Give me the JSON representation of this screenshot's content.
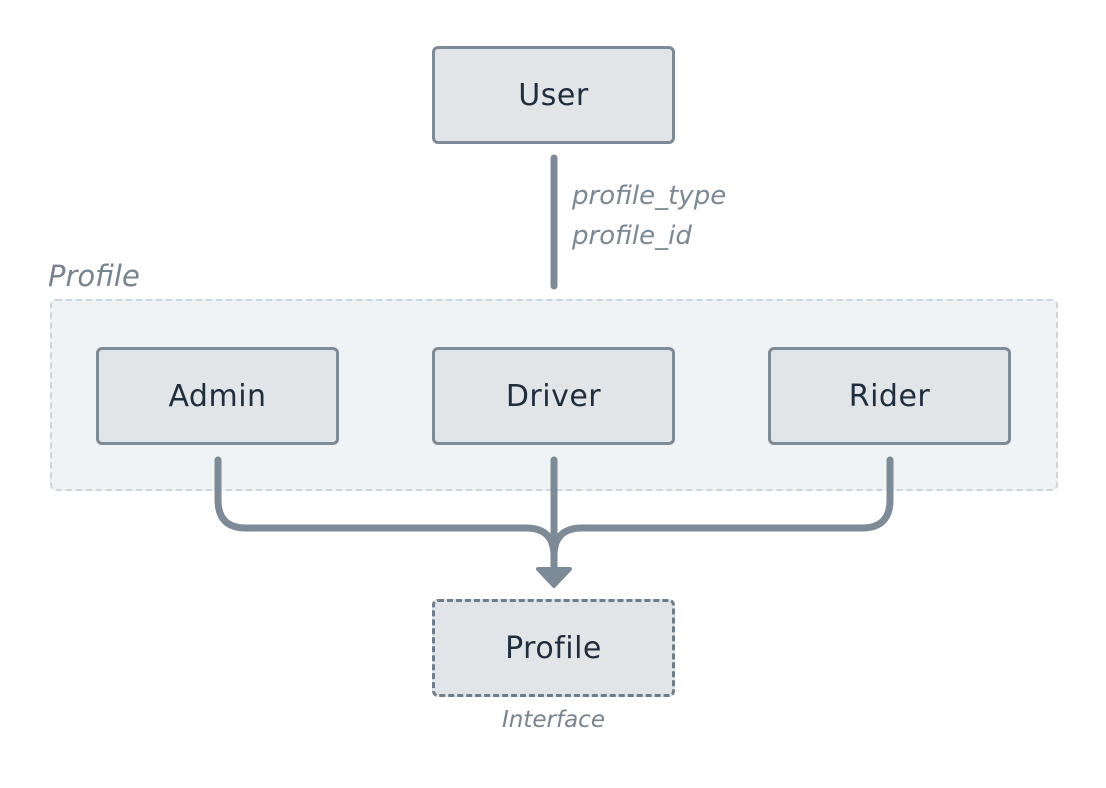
{
  "diagram": {
    "nodes": {
      "user": "User",
      "admin": "Admin",
      "driver": "Driver",
      "rider": "Rider",
      "profile": "Profile"
    },
    "group_label": "Profile",
    "edge_labels": {
      "type": "profile_type",
      "id": "profile_id"
    },
    "profile_caption": "Interface"
  },
  "colors": {
    "node_fill": "#e2e5e8",
    "node_border": "#7d8a97",
    "group_fill": "#f0f3f6",
    "group_border": "#ccd4dc",
    "connector": "#7d8a97",
    "label_text": "#77838f",
    "node_text": "#1f2d3d"
  }
}
